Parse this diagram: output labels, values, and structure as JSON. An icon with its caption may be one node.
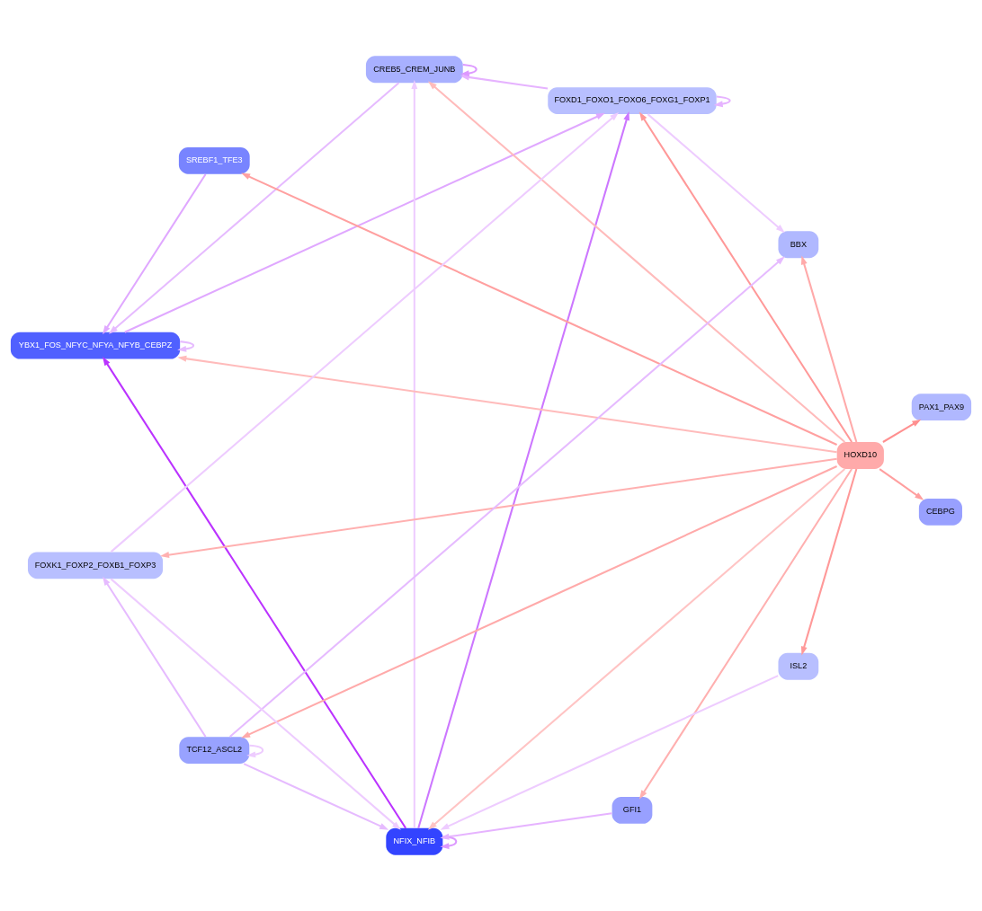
{
  "diagram": {
    "nodes": [
      {
        "text": [
          "FOXD1_FOXO1_FOXO6_FOXG1_FOXP1"
        ]
      },
      {
        "text": [
          "CREB5_CREM_JUNB"
        ]
      },
      {
        "text": [
          "BBX"
        ]
      },
      {
        "text": [
          "YBX1_FOS_NFYC_NFYA_NFYB_CEBPZ"
        ]
      },
      {
        "text": [
          "SREBF1_TFE3"
        ]
      },
      {
        "text": [
          "NFIX_NFIB"
        ]
      },
      {
        "text": [
          "HOXD10"
        ]
      },
      {
        "text": [
          "CEBPG"
        ]
      },
      {
        "text": [
          "ISL2"
        ]
      },
      {
        "text": [
          "TCF12_ASCL2"
        ]
      },
      {
        "text": [
          "PAX1_PAX9"
        ]
      },
      {
        "text": [
          "FOXK1_FOXP2_FOXB1_FOXP3"
        ]
      },
      {
        "text": [
          "GFI1"
        ]
      }
    ],
    "edges": [
      {
        "from": 0,
        "to": 0,
        "arrow": "to",
        "color": "#e6b3ff"
      },
      {
        "from": 0,
        "to": 1,
        "arrow": "to",
        "color": "#e6b3ff"
      },
      {
        "from": 1,
        "to": 1,
        "arrow": "to",
        "color": "#dd99ff"
      },
      {
        "from": 0,
        "to": 2,
        "arrow": "to",
        "color": "#eeccff"
      },
      {
        "from": 1,
        "to": 3,
        "arrow": "to",
        "color": "#e6bbff"
      },
      {
        "from": 3,
        "to": 3,
        "arrow": "to",
        "color": "#e6bbff"
      },
      {
        "from": 3,
        "to": 0,
        "arrow": "to",
        "color": "#e0a8ff"
      },
      {
        "from": 5,
        "to": 0,
        "arrow": "to",
        "color": "#cc77ff"
      },
      {
        "from": 5,
        "to": 1,
        "arrow": "to",
        "color": "#eeccff"
      },
      {
        "from": 5,
        "to": 3,
        "arrow": "to",
        "color": "#bb33ff"
      },
      {
        "from": 5,
        "to": 5,
        "arrow": "to",
        "color": "#dd99ff"
      },
      {
        "from": 4,
        "to": 3,
        "arrow": "to",
        "color": "#e0a8ff"
      },
      {
        "from": 6,
        "to": 0,
        "arrow": "to",
        "color": "#ff9999"
      },
      {
        "from": 6,
        "to": 1,
        "arrow": "to",
        "color": "#ffbbbb"
      },
      {
        "from": 6,
        "to": 2,
        "arrow": "to",
        "color": "#ffaaaa"
      },
      {
        "from": 6,
        "to": 3,
        "arrow": "to",
        "color": "#ffbbbb"
      },
      {
        "from": 6,
        "to": 4,
        "arrow": "to",
        "color": "#ffa0a0"
      },
      {
        "from": 6,
        "to": 5,
        "arrow": "to",
        "color": "#ffc4c4"
      },
      {
        "from": 6,
        "to": 7,
        "arrow": "to",
        "color": "#ff9f9f"
      },
      {
        "from": 6,
        "to": 8,
        "arrow": "to",
        "color": "#ff9999"
      },
      {
        "from": 6,
        "to": 9,
        "arrow": "to",
        "color": "#ffaaaa"
      },
      {
        "from": 6,
        "to": 10,
        "arrow": "to",
        "color": "#ff9090"
      },
      {
        "from": 6,
        "to": 11,
        "arrow": "to",
        "color": "#ffb0b0"
      },
      {
        "from": 6,
        "to": 12,
        "arrow": "to",
        "color": "#ffb0b0"
      },
      {
        "from": 8,
        "to": 5,
        "arrow": "to",
        "color": "#eeccff"
      },
      {
        "from": 9,
        "to": 5,
        "arrow": "to",
        "color": "#e6bbff"
      },
      {
        "from": 11,
        "to": 5,
        "arrow": "to",
        "color": "#eeccff"
      },
      {
        "from": 12,
        "to": 5,
        "arrow": "to",
        "color": "#e6b3ff"
      },
      {
        "from": 9,
        "to": 2,
        "arrow": "to",
        "color": "#e6bbff"
      },
      {
        "from": 9,
        "to": 9,
        "arrow": "to",
        "color": "#eeccff"
      },
      {
        "from": 9,
        "to": 11,
        "arrow": "to",
        "color": "#e6bbff"
      },
      {
        "from": 11,
        "to": 0,
        "arrow": "to",
        "color": "#eeccff"
      }
    ]
  }
}
